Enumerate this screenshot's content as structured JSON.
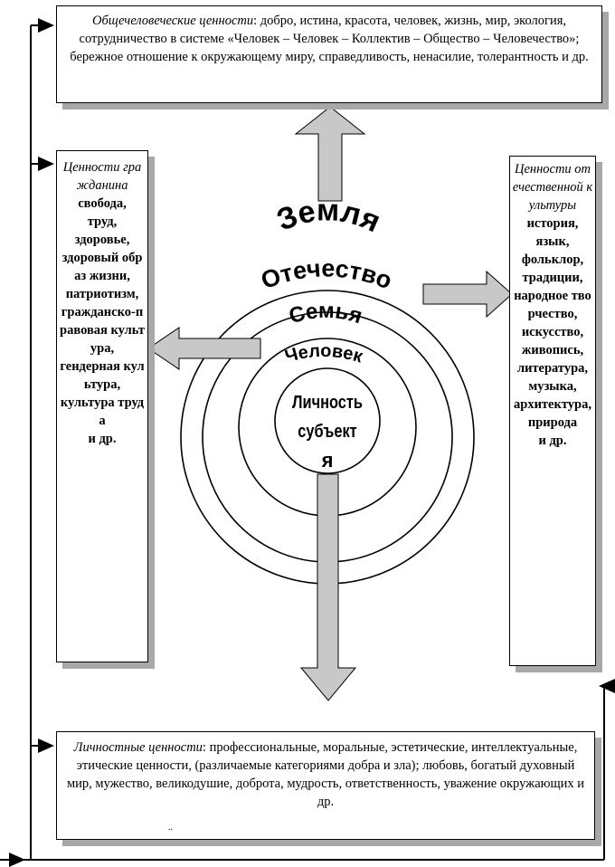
{
  "top_box": {
    "heading": "Общечеловеческие ценности",
    "text": ": добро, истина, красота, человек, жизнь, мир, экология, сотрудничество в системе «Человек – Человек – Коллектив – Общество – Человечество»; бережное отношение к окружающему миру, справедливость, ненасилие, толерантность и др."
  },
  "left_box": {
    "heading": "Ценности гражданина",
    "lines": [
      "свобода,",
      "труд,",
      "здоровье,",
      "здоровый образ жизни,",
      "патриотизм,",
      "гражданско-правовая культура,",
      "гендерная культура,",
      "культура труда",
      "и др."
    ]
  },
  "right_box": {
    "heading": "Ценности отечественной культуры",
    "lines": [
      "история,",
      "язык,",
      "фольклор,",
      "традиции,",
      "народное творчество,",
      "искусство,",
      "живопись,",
      "литература,",
      "музыка,",
      "архитектура,",
      "природа",
      "и др."
    ]
  },
  "bottom_box": {
    "heading": "Личностные ценности",
    "text": ": профессиональные, моральные, эстетические, интеллектуальные, этические ценности, (различаемые категориями добра и зла); любовь, богатый духовный мир, мужество, великодушие, доброта, мудрость, ответственность, уважение окружающих и др."
  },
  "rings": {
    "earth": "Земля",
    "fatherland": "Отечество",
    "family": "Семья",
    "person": "Человек",
    "core_line1": "Личность",
    "core_line2": "субъект",
    "core_line3": "я"
  },
  "stray_mark": ".."
}
